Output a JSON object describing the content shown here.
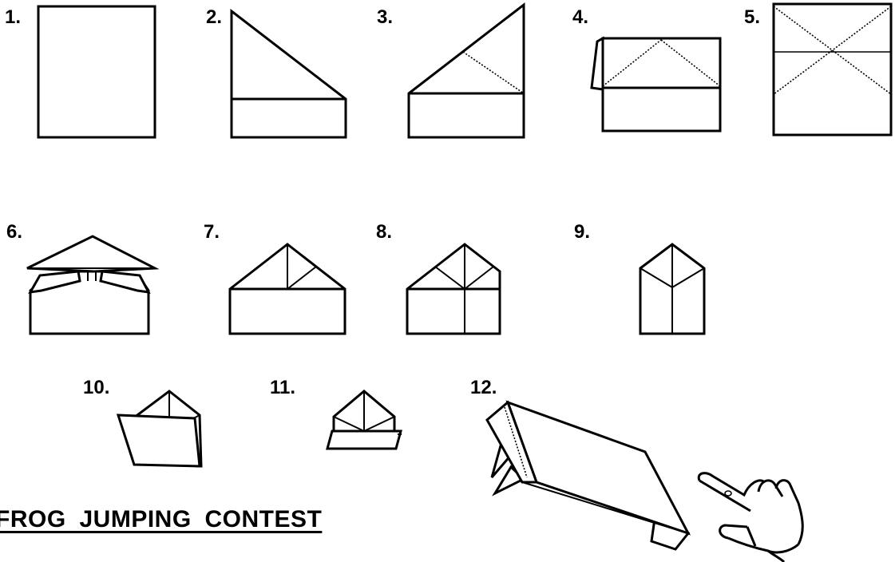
{
  "title": "FROG JUMPING CONTEST",
  "steps": [
    {
      "label": "1."
    },
    {
      "label": "2."
    },
    {
      "label": "3."
    },
    {
      "label": "4."
    },
    {
      "label": "5."
    },
    {
      "label": "6."
    },
    {
      "label": "7."
    },
    {
      "label": "8."
    },
    {
      "label": "9."
    },
    {
      "label": "10."
    },
    {
      "label": "11."
    },
    {
      "label": "12."
    }
  ],
  "colors": {
    "ink": "#000000",
    "paper": "#ffffff"
  }
}
